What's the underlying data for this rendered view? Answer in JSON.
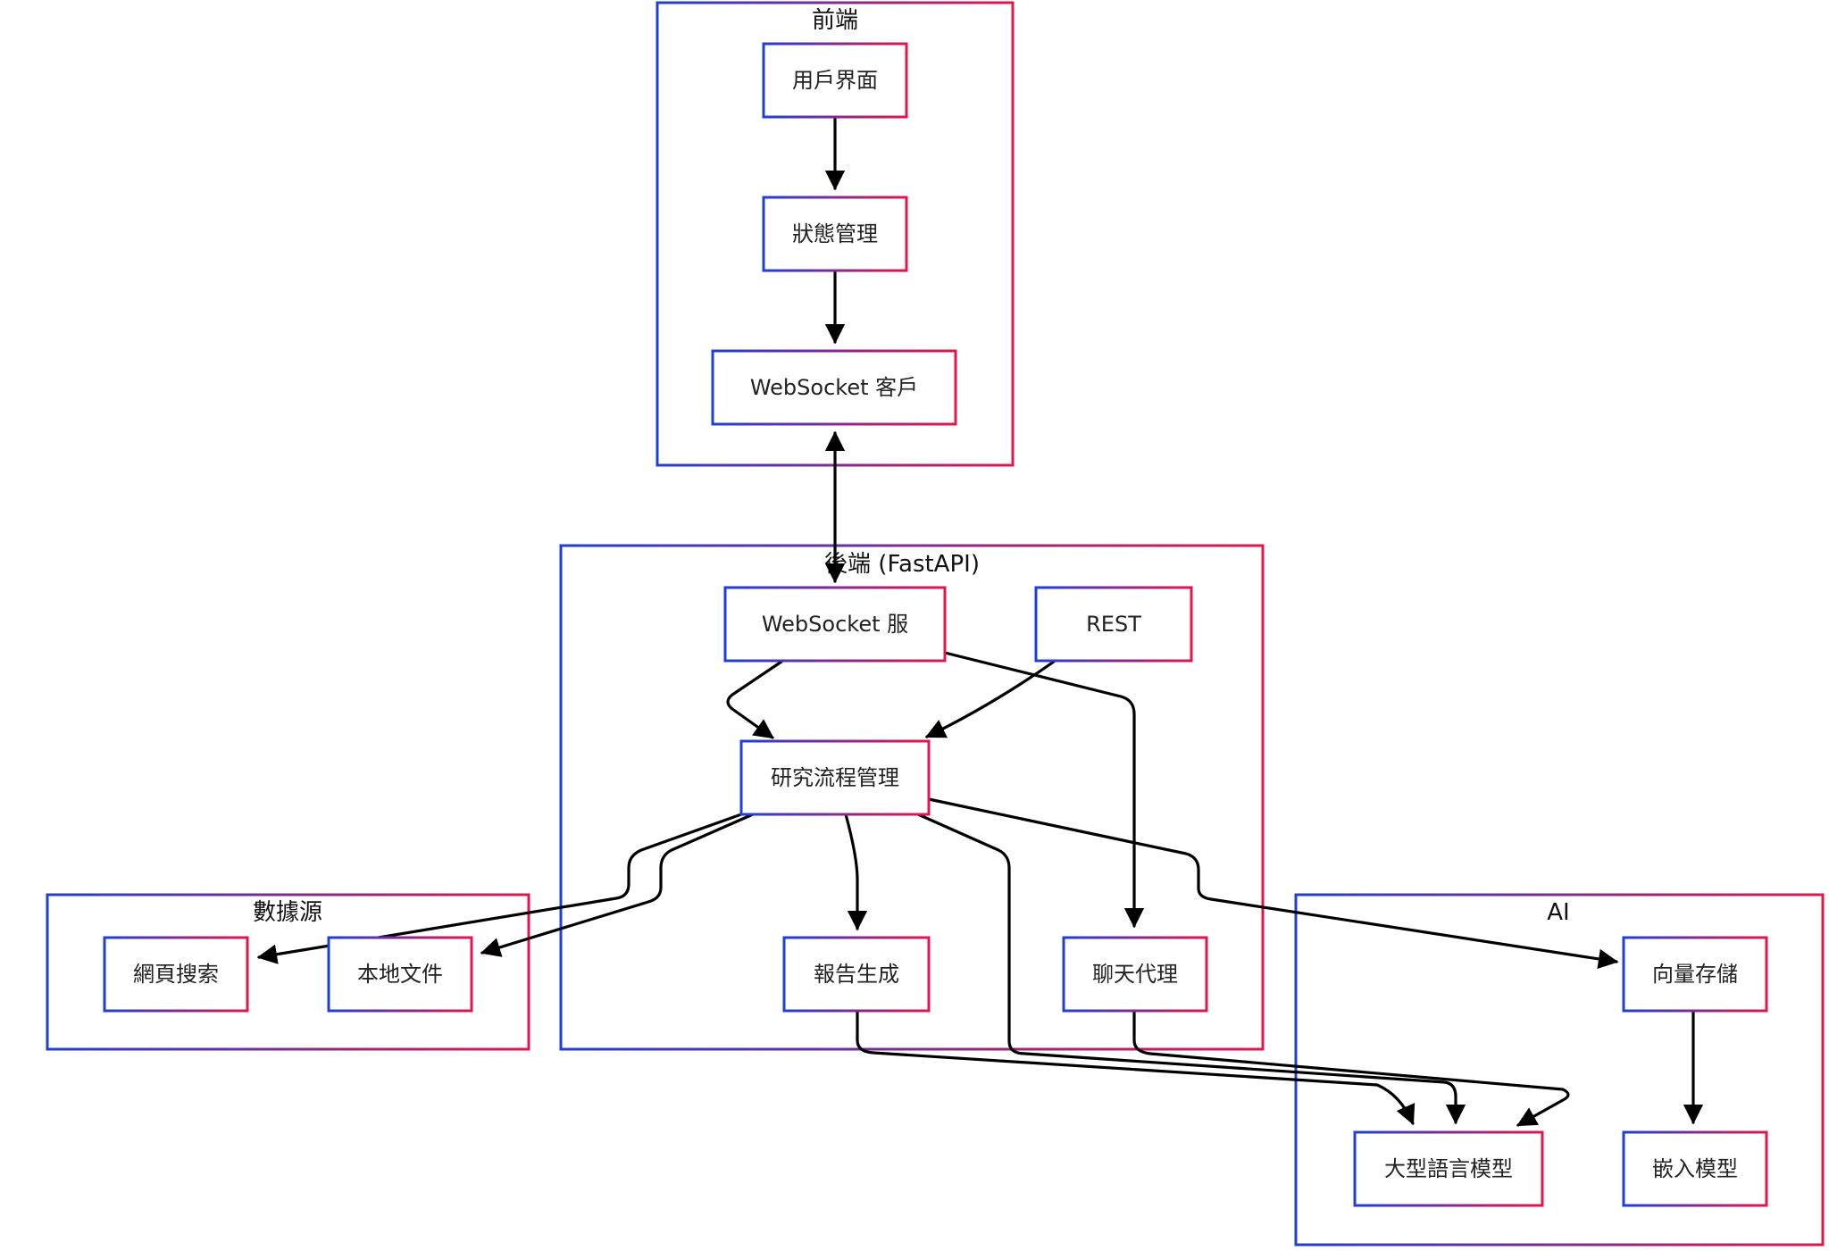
{
  "colors": {
    "border_start": "#1f3fd6",
    "border_end": "#e2164a",
    "edge": "#000000",
    "background": "#ffffff"
  },
  "groups": {
    "frontend": "前端",
    "backend": "後端 (FastAPI)",
    "datasource": "數據源",
    "ai": "AI"
  },
  "nodes": {
    "ui": "用戶界面",
    "state": "狀態管理",
    "ws_client": "WebSocket 客戶",
    "ws_server": "WebSocket 服",
    "rest": "REST",
    "workflow": "研究流程管理",
    "report": "報告生成",
    "chat": "聊天代理",
    "web_search": "網頁搜索",
    "local_files": "本地文件",
    "vector_store": "向量存儲",
    "llm": "大型語言模型",
    "embedding": "嵌入模型"
  }
}
